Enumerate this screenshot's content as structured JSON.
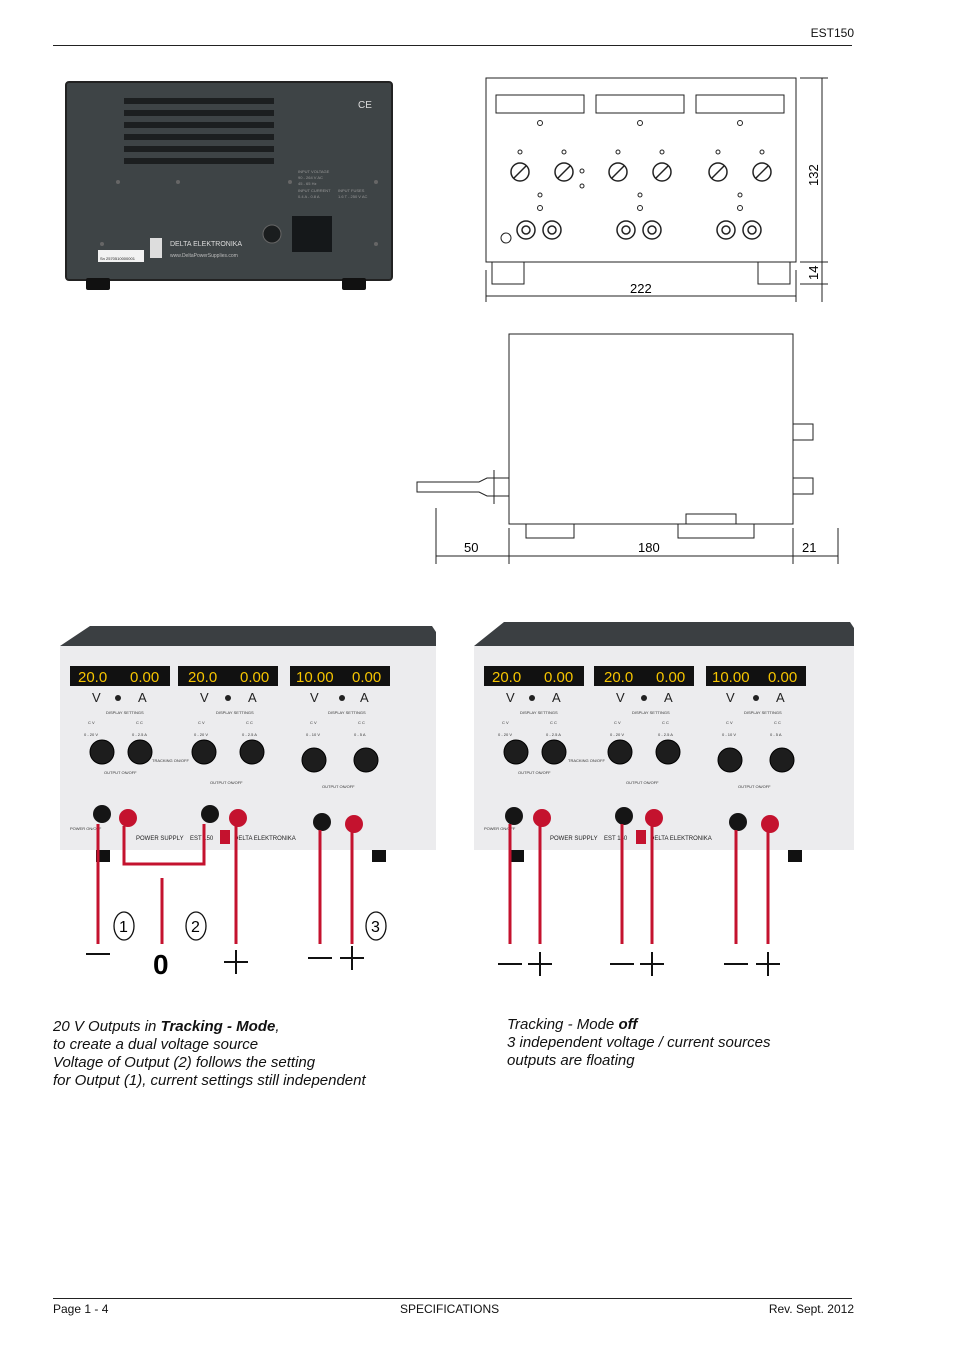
{
  "header": {
    "doc_code": "EST150"
  },
  "footer": {
    "page": "Page 1 - 4",
    "section": "SPECIFICATIONS",
    "revision": "Rev. Sept. 2012"
  },
  "rear_panel": {
    "brand": "DELTA ELEKTRONIKA",
    "url": "www.DeltaPowerSupplies.com",
    "input_voltage_label": "INPUT VOLTAGE",
    "input_voltage_1": "90 - 264 V AC",
    "input_voltage_2": "45 - 65 Hz",
    "input_current_label": "INPUT CURRENT",
    "input_current_value": "0.4 A - 0.8 A",
    "input_fuses_label": "INPUT FUSES",
    "input_fuses_value": "1.6 T - 250 V AC",
    "serial": "Sn 2570510000001",
    "ce": "CE"
  },
  "front_drawing": {
    "width": "222",
    "height": "132",
    "foot": "14"
  },
  "side_drawing": {
    "cable": "50",
    "depth": "180",
    "knob": "21"
  },
  "device": {
    "displays": [
      {
        "volt": "20.0",
        "amp": "0.00"
      },
      {
        "volt": "20.0",
        "amp": "0.00"
      },
      {
        "volt": "10.00",
        "amp": "0.00"
      }
    ],
    "v_label": "V",
    "a_label": "A",
    "display_settings": "DISPLAY SETTINGS",
    "cv": "C V",
    "cc": "C C",
    "ranges": [
      {
        "v": "0 - 20 V",
        "a": "0 - 2.5 A"
      },
      {
        "v": "0 - 20 V",
        "a": "0 - 2.5 A"
      },
      {
        "v": "0 - 10 V",
        "a": "0 - 5 A"
      }
    ],
    "output_onoff": "OUTPUT ON/OFF",
    "tracking": "TRACKING ON/OFF",
    "power_onoff": "POWER ON/OFF",
    "power_supply": "POWER SUPPLY",
    "model": "EST 150",
    "brand": "DELTA ELEKTRONIKA"
  },
  "left_terminals": {
    "labels": [
      "1",
      "2",
      "3"
    ],
    "minus": "—",
    "zero": "0",
    "plus": "+"
  },
  "captions": {
    "left_1_pre": "20 V Outputs in ",
    "left_1_bold": "Tracking - Mode",
    "left_1_post": ",",
    "left_2": "to create a dual voltage source",
    "left_3": "Voltage of Output (2) follows the setting",
    "left_4": "for Output (1), current settings still independent",
    "right_1_pre": "Tracking - Mode ",
    "right_1_bold": "off",
    "right_2": "3 independent voltage / current sources",
    "right_3": "outputs are floating"
  }
}
